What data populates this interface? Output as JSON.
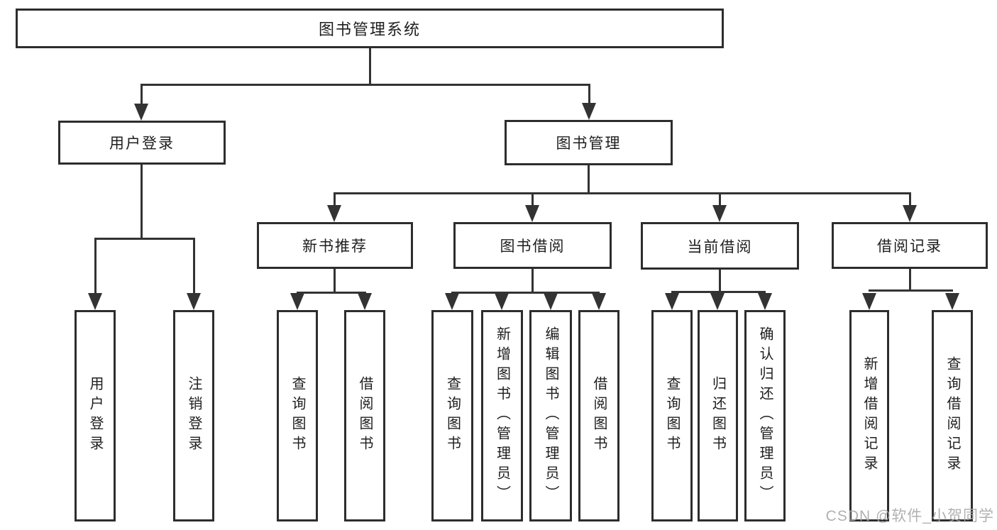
{
  "tree": {
    "label": "图书管理系统",
    "children": [
      {
        "label": "用户登录",
        "children": [
          {
            "label": "用户登录"
          },
          {
            "label": "注销登录"
          }
        ]
      },
      {
        "label": "图书管理",
        "children": [
          {
            "label": "新书推荐",
            "children": [
              {
                "label": "查询图书"
              },
              {
                "label": "借阅图书"
              }
            ]
          },
          {
            "label": "图书借阅",
            "children": [
              {
                "label": "查询图书"
              },
              {
                "label": "新增图书（管理员）"
              },
              {
                "label": "编辑图书（管理员）"
              },
              {
                "label": "借阅图书"
              }
            ]
          },
          {
            "label": "当前借阅",
            "children": [
              {
                "label": "查询图书"
              },
              {
                "label": "归还图书"
              },
              {
                "label": "确认归还（管理员）"
              }
            ]
          },
          {
            "label": "借阅记录",
            "children": [
              {
                "label": "新增借阅记录"
              },
              {
                "label": "查询借阅记录"
              }
            ]
          }
        ]
      }
    ]
  },
  "watermark": {
    "text": "CSDN @软件_小贺同学"
  },
  "colors": {
    "line": "#333333",
    "border": "#2d2d2d",
    "watermark": "#a8a8a8"
  }
}
